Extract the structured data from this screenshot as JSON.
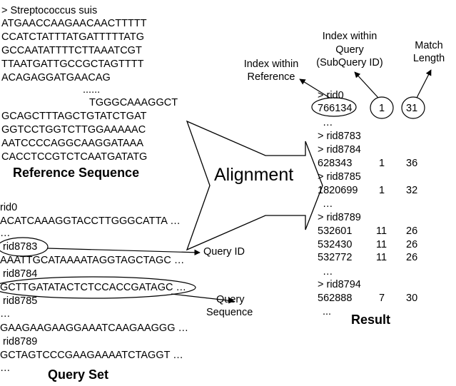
{
  "reference": {
    "header": "> Streptococcus suis",
    "lines_top": [
      "ATGAACCAAGAACAACTTTTT",
      "CCATCTATTTATGATTTTTATG",
      "GCCAATATTTTCTTAAATCGT",
      "TTAATGATTGCCGCTAGTTTT",
      "ACAGAGGATGAACAG"
    ],
    "ellipsis": "......",
    "line_mid": "TGGGCAAAGGCT",
    "lines_bottom": [
      "GCAGCTTTAGCTGTATCTGAT",
      "GGTCCTGGTCTTGGAAAAAC",
      "AATCCCCAGGCAAGGATAAA",
      "CACCTCCGTCTCAATGATATG"
    ],
    "title": "Reference Sequence"
  },
  "alignment": {
    "label": "Alignment"
  },
  "query_set": {
    "lines": [
      "rid0",
      "ACATCAAAGGTACCTTGGGCATTA …",
      "…",
      "rid8783",
      "AAATTGCATAAAATAGGTAGCTAGC …",
      "rid8784",
      "GCTTGATATACTCTCCACCGATAGC …",
      "rid8785",
      "…",
      "GAAGAAGAAGGAAATCAAGAAGGG …",
      "rid8789",
      "GCTAGTCCCGAAGAAAATCTAGGT …",
      "…"
    ],
    "title": "Query Set",
    "query_id_label": "Query ID",
    "query_seq_label_1": "Query",
    "query_seq_label_2": "Sequence"
  },
  "result": {
    "ref_index_label_1": "Index within",
    "ref_index_label_2": "Reference",
    "subquery_label_1": "Index within",
    "subquery_label_2": "Query",
    "subquery_label_3": "(SubQuery ID)",
    "match_label_1": "Match",
    "match_label_2": "Length",
    "rows": [
      {
        "a": "> rid0",
        "b": "",
        "c": ""
      },
      {
        "a": "766134",
        "b": "1",
        "c": "31"
      },
      {
        "a": "…",
        "b": "",
        "c": ""
      },
      {
        "a": "> rid8783",
        "b": "",
        "c": ""
      },
      {
        "a": "> rid8784",
        "b": "",
        "c": ""
      },
      {
        "a": "628343",
        "b": "1",
        "c": "36"
      },
      {
        "a": "> rid8785",
        "b": "",
        "c": ""
      },
      {
        "a": "1820699",
        "b": "1",
        "c": "32"
      },
      {
        "a": "…",
        "b": "",
        "c": ""
      },
      {
        "a": "> rid8789",
        "b": "",
        "c": ""
      },
      {
        "a": "532601",
        "b": "11",
        "c": "26"
      },
      {
        "a": "532430",
        "b": "11",
        "c": "26"
      },
      {
        "a": "532772",
        "b": "11",
        "c": "26"
      },
      {
        "a": "…",
        "b": "",
        "c": ""
      },
      {
        "a": "> rid8794",
        "b": "",
        "c": ""
      },
      {
        "a": "562888",
        "b": "7",
        "c": "30"
      },
      {
        "a": "...",
        "b": "",
        "c": ""
      }
    ],
    "title": "Result"
  }
}
